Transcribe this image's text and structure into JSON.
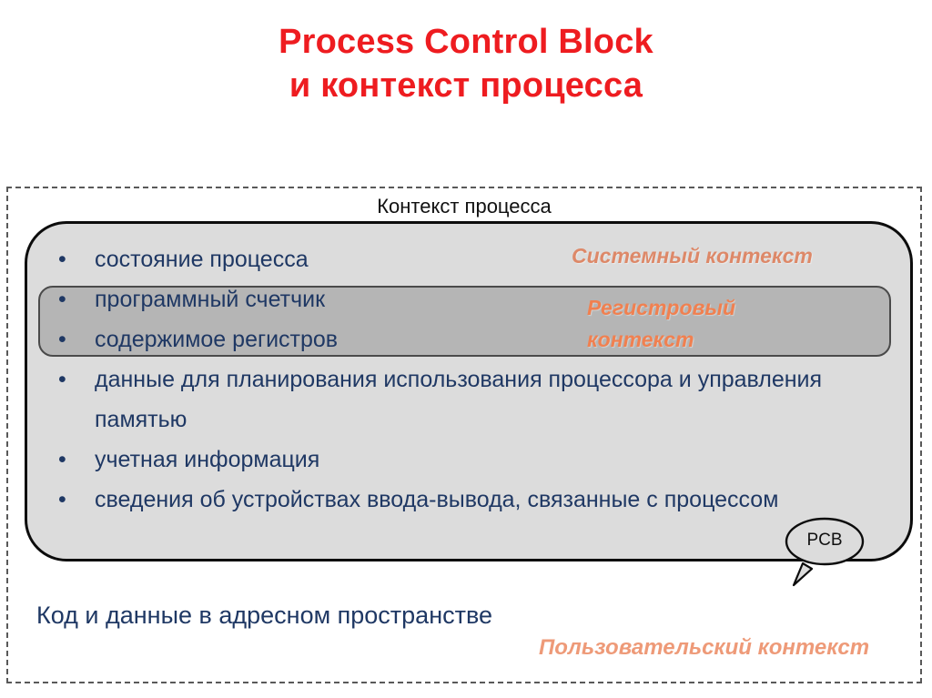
{
  "slide": {
    "title_lines": [
      "Process Control Block",
      "и контекст процесса"
    ],
    "title_color": "#EE1C20"
  },
  "context_frame": {
    "caption": "Контекст процесса"
  },
  "pcb_box": {
    "fill": "#DCDCDC",
    "border": "#0C0C0C",
    "bullets": [
      "состояние процесса",
      "программный счетчик",
      "содержимое регистров",
      "данные для планирования использования процессора и управления памятью",
      "учетная информация",
      "сведения об устройствах ввода-вывода, связанные с процессом"
    ],
    "bullet_color": "#1F3864",
    "callout": {
      "label": "PCB"
    }
  },
  "register_box": {
    "fill": "#B5B5B5",
    "border": "#4A4A4A"
  },
  "labels": {
    "system_context": "Системный контекст",
    "system_context_color": "#DD8868",
    "register_context_line1": "Регистровый",
    "register_context_line2": "контекст",
    "register_context_color": "#F08050",
    "user_context": "Пользовательский контекст",
    "user_context_color": "#EE9A78"
  },
  "footer": {
    "code_and_data": "Код и данные в адресном пространстве",
    "code_and_data_color": "#1F3864"
  }
}
